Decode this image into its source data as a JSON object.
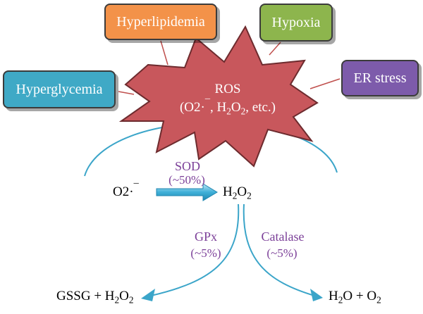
{
  "boxes": {
    "hyperlipidemia": "Hyperlipidemia",
    "hypoxia": "Hypoxia",
    "hyperglycemia": "Hyperglycemia",
    "er_stress": "ER stress"
  },
  "ros": {
    "title": "ROS",
    "open_paren": "(O2·",
    "minus": "¯",
    "comma1": ", H",
    "sub_2a": "2",
    "o": "O",
    "sub_2b": "2",
    "tail": ", etc.)"
  },
  "reaction1": {
    "reactant": "O2·",
    "reactant_minus": "¯",
    "enzyme": "SOD",
    "enzyme_pct": "(~50%)",
    "product_h": "H",
    "product_sub1": "2",
    "product_o": "O",
    "product_sub2": "2"
  },
  "gpx": {
    "enzyme": "GPx",
    "pct": "(~5%)",
    "product_prefix": "GSSG + H",
    "product_sub1": "2",
    "product_o": "O",
    "product_sub2": "2"
  },
  "catalase": {
    "enzyme": "Catalase",
    "pct": "(~5%)",
    "product_h": "H",
    "product_sub1": "2",
    "product_mid": "O + O",
    "product_sub2": "2"
  },
  "colors": {
    "hyperlipidemia": "#f39249",
    "hypoxia": "#8db54d",
    "hyperglycemia": "#3fa9c6",
    "er_stress": "#7d5bab",
    "ros_star": "#c8575c",
    "arc": "#3ba5c9",
    "enzyme_text": "#7b3f98",
    "connector": "#c0504d"
  }
}
